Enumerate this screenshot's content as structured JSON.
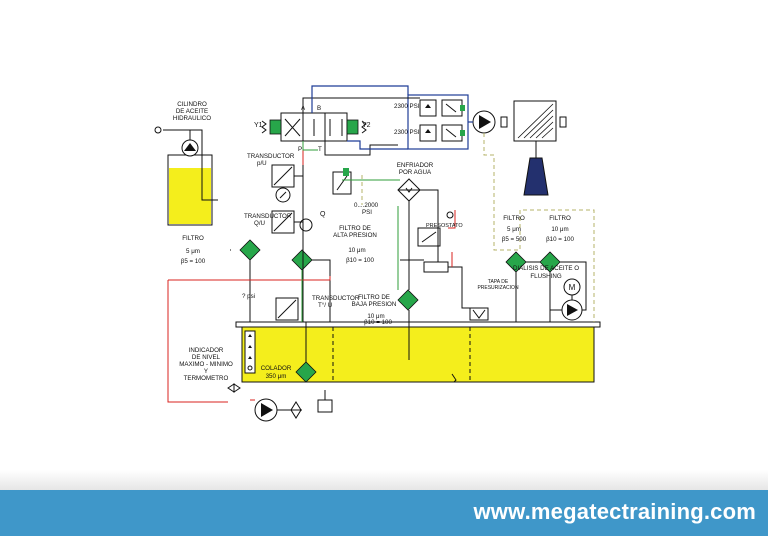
{
  "diagram": {
    "labels": {
      "cylinder": [
        "CILINDRO",
        "DE ACEITE",
        "HIDRAULICO"
      ],
      "port_a": "A",
      "port_b": "B",
      "port_p": "P",
      "port_t": "T",
      "y1": "Y1",
      "y2": "Y2",
      "psi_top": "2300 PSI",
      "psi_bottom": "2300 PSI",
      "transducer_pu": [
        "TRANSDUCTOR",
        "p/U"
      ],
      "transducer_qu": [
        "TRANSDUCTOR",
        "Q/U"
      ],
      "transducer_tu": [
        "TRANSDUCTOR",
        "T°/ U"
      ],
      "cooler": [
        "ENFRIADOR",
        "POR AGUA"
      ],
      "relief": [
        "0....2000",
        "PSI"
      ],
      "q": "Q",
      "hp_filter": [
        "FILTRO DE",
        "ALTA PRESION",
        "10 μm",
        "β10 = 100"
      ],
      "lp_filter": [
        "FILTRO DE",
        "BAJA PRESION",
        "10 μm",
        "β10 = 100"
      ],
      "filter_left": [
        "FILTRO",
        "5 μm",
        "β5 = 100"
      ],
      "filter_mid": [
        "FILTRO",
        "5 μm",
        "β5 = 500"
      ],
      "filter_right": [
        "FILTRO",
        "10 μm",
        "β10 = 100"
      ],
      "pressostat": "PRESOSTATO",
      "dialysis": [
        "DIALISIS DE ACEITE O",
        "FLUSHING"
      ],
      "cap": [
        "TAPA DE",
        "PRESURIZACION"
      ],
      "gauge": "? psi",
      "level_indicator": [
        "INDICADOR",
        "DE NIVEL",
        "MAXIMO - MINIMO",
        "Y",
        "TERMOMETRO"
      ],
      "strainer": [
        "COLADOR",
        "350 μm"
      ],
      "motor": "M"
    },
    "colors": {
      "oil_yellow": "#f4ee1c",
      "pressure_red": "#d9231f",
      "pilot_blue": "#1e3c96",
      "return_green": "#2f9e3a",
      "filter_green": "#27a64a",
      "cooler_navy": "#23306e"
    }
  },
  "footer": {
    "url": "www.megatectraining.com"
  }
}
